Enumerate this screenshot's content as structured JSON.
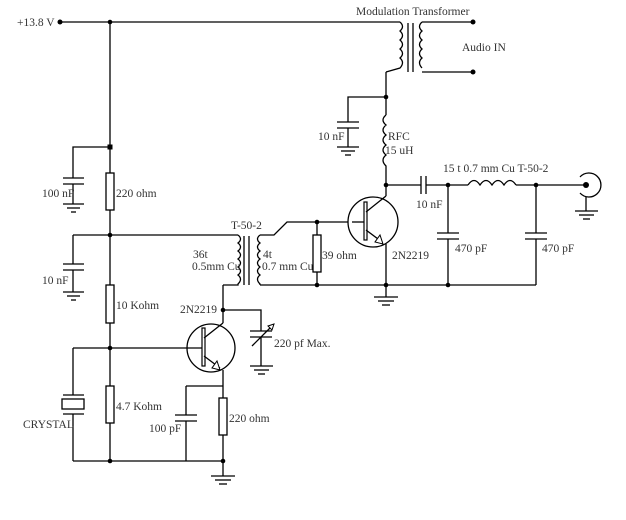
{
  "title": "AM transmitter schematic",
  "power": {
    "label": "+13.8 V"
  },
  "modulation_transformer": {
    "label": "Modulation Transformer",
    "audio_label": "Audio IN"
  },
  "components": {
    "c_supply": "100 nF",
    "r_supply": "220 ohm",
    "c_bias": "10 nF",
    "r_bias_top": "10 Kohm",
    "r_bias_bottom": "4.7 Kohm",
    "crystal": "CRYSTAL",
    "c_emitter": "100 pF",
    "r_emitter": "220 ohm",
    "q1": "2N2219",
    "c_trim": "220 pf Max.",
    "toroid": "T-50-2",
    "primary_turns": "36t",
    "primary_wire": "0.5mm Cu",
    "secondary_turns": "4t",
    "secondary_wire": "0.7 mm Cu",
    "r_base": "39 ohm",
    "q2": "2N2219",
    "c_rfc": "10 nF",
    "rfc_label": "RFC",
    "rfc_value": "15 uH",
    "c_coupling": "10 nF",
    "l_filter": "15 t 0.7 mm Cu T-50-2",
    "c_filter1": "470 pF",
    "c_filter2": "470 pF"
  }
}
